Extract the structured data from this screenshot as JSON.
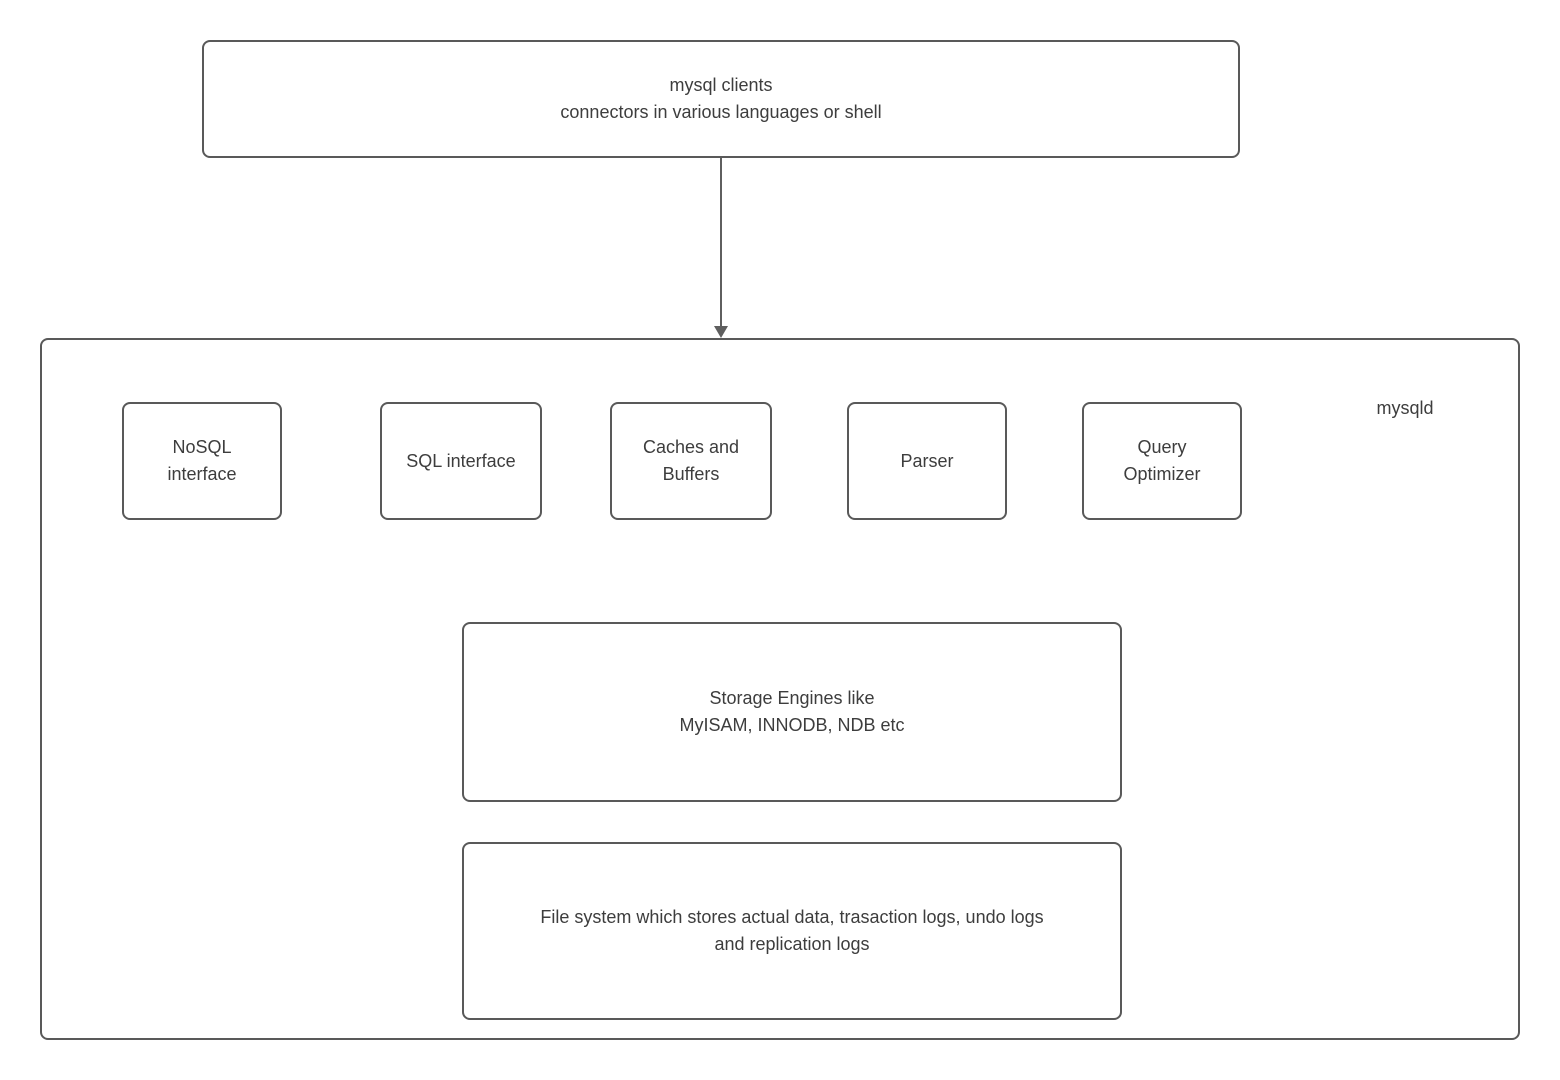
{
  "diagram": {
    "clients": {
      "label": "mysql clients\nconnectors in various languages or shell"
    },
    "mysqld": {
      "label": "mysqld"
    },
    "components": [
      {
        "label": "NoSQL\ninterface"
      },
      {
        "label": "SQL interface"
      },
      {
        "label": "Caches and\nBuffers"
      },
      {
        "label": "Parser"
      },
      {
        "label": "Query\nOptimizer"
      }
    ],
    "storage_engines": {
      "label": "Storage Engines like\nMyISAM, INNODB, NDB etc"
    },
    "file_system": {
      "label": "File system which stores actual data, trasaction logs, undo logs\nand replication logs"
    }
  },
  "colors": {
    "border": "#595959",
    "text": "#3d3d3d",
    "arrow": "#5f5f5f",
    "background": "#ffffff"
  }
}
